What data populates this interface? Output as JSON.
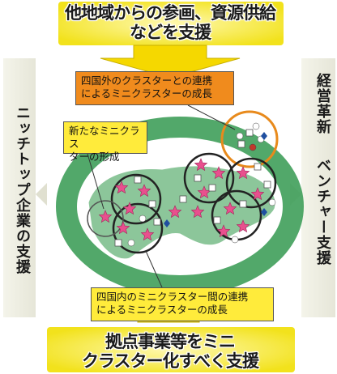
{
  "top_banner": {
    "line1": "他地域からの参画、資源供給",
    "line2": "などを支援"
  },
  "bottom_banner": {
    "line1": "拠点事業等をミニ",
    "line2": "クラスター化すべく支援"
  },
  "left_banner": {
    "text": "ニッチトップ企業の支援"
  },
  "right_banner": {
    "part1": "経営革新",
    "part2": "ベンチャー支援"
  },
  "callouts": {
    "outside_cluster": {
      "line1": "四国外のクラスターとの連携",
      "line2": "によるミニクラスターの成長"
    },
    "new_cluster": {
      "line1": "新たなミニクラス",
      "line2": "ターの形成"
    },
    "inner_cluster": {
      "line1": "四国内のミニクラスター間の連携",
      "line2": "によるミニクラスターの成長"
    }
  },
  "colors": {
    "banner_yellow": "#f2e21c",
    "arrow_yellow": "#f5d800",
    "ring_green": "#3f9e5a",
    "island_green": "#8cc69a",
    "callout_orange": "#f08b1d",
    "callout_yellow": "#ffeb3b",
    "outer_circle_orange": "#e88a1c",
    "star_pink": "#e8508e"
  }
}
